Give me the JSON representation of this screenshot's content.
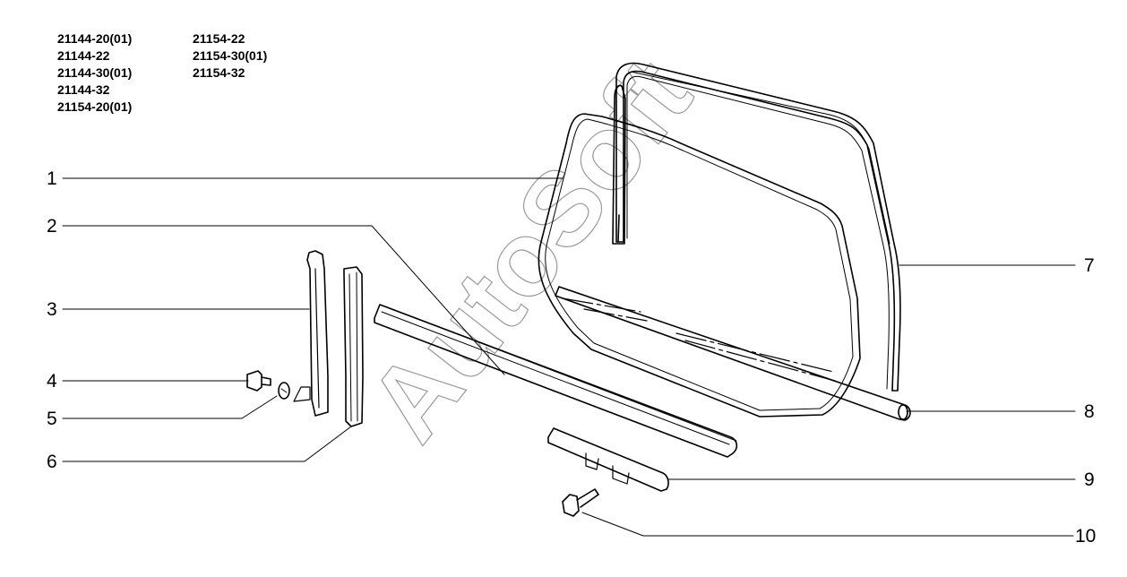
{
  "model_codes": {
    "column1": [
      "21144-20(01)",
      "21144-22",
      "21144-30(01)",
      "21144-32",
      "21154-20(01)"
    ],
    "column2": [
      "21154-22",
      "21154-30(01)",
      "21154-32"
    ]
  },
  "callouts": [
    "1",
    "2",
    "3",
    "4",
    "5",
    "6",
    "7",
    "8",
    "9",
    "10"
  ],
  "watermark": "AutoSoft",
  "colors": {
    "line": "#000000",
    "watermark": "#9a9a9a"
  }
}
